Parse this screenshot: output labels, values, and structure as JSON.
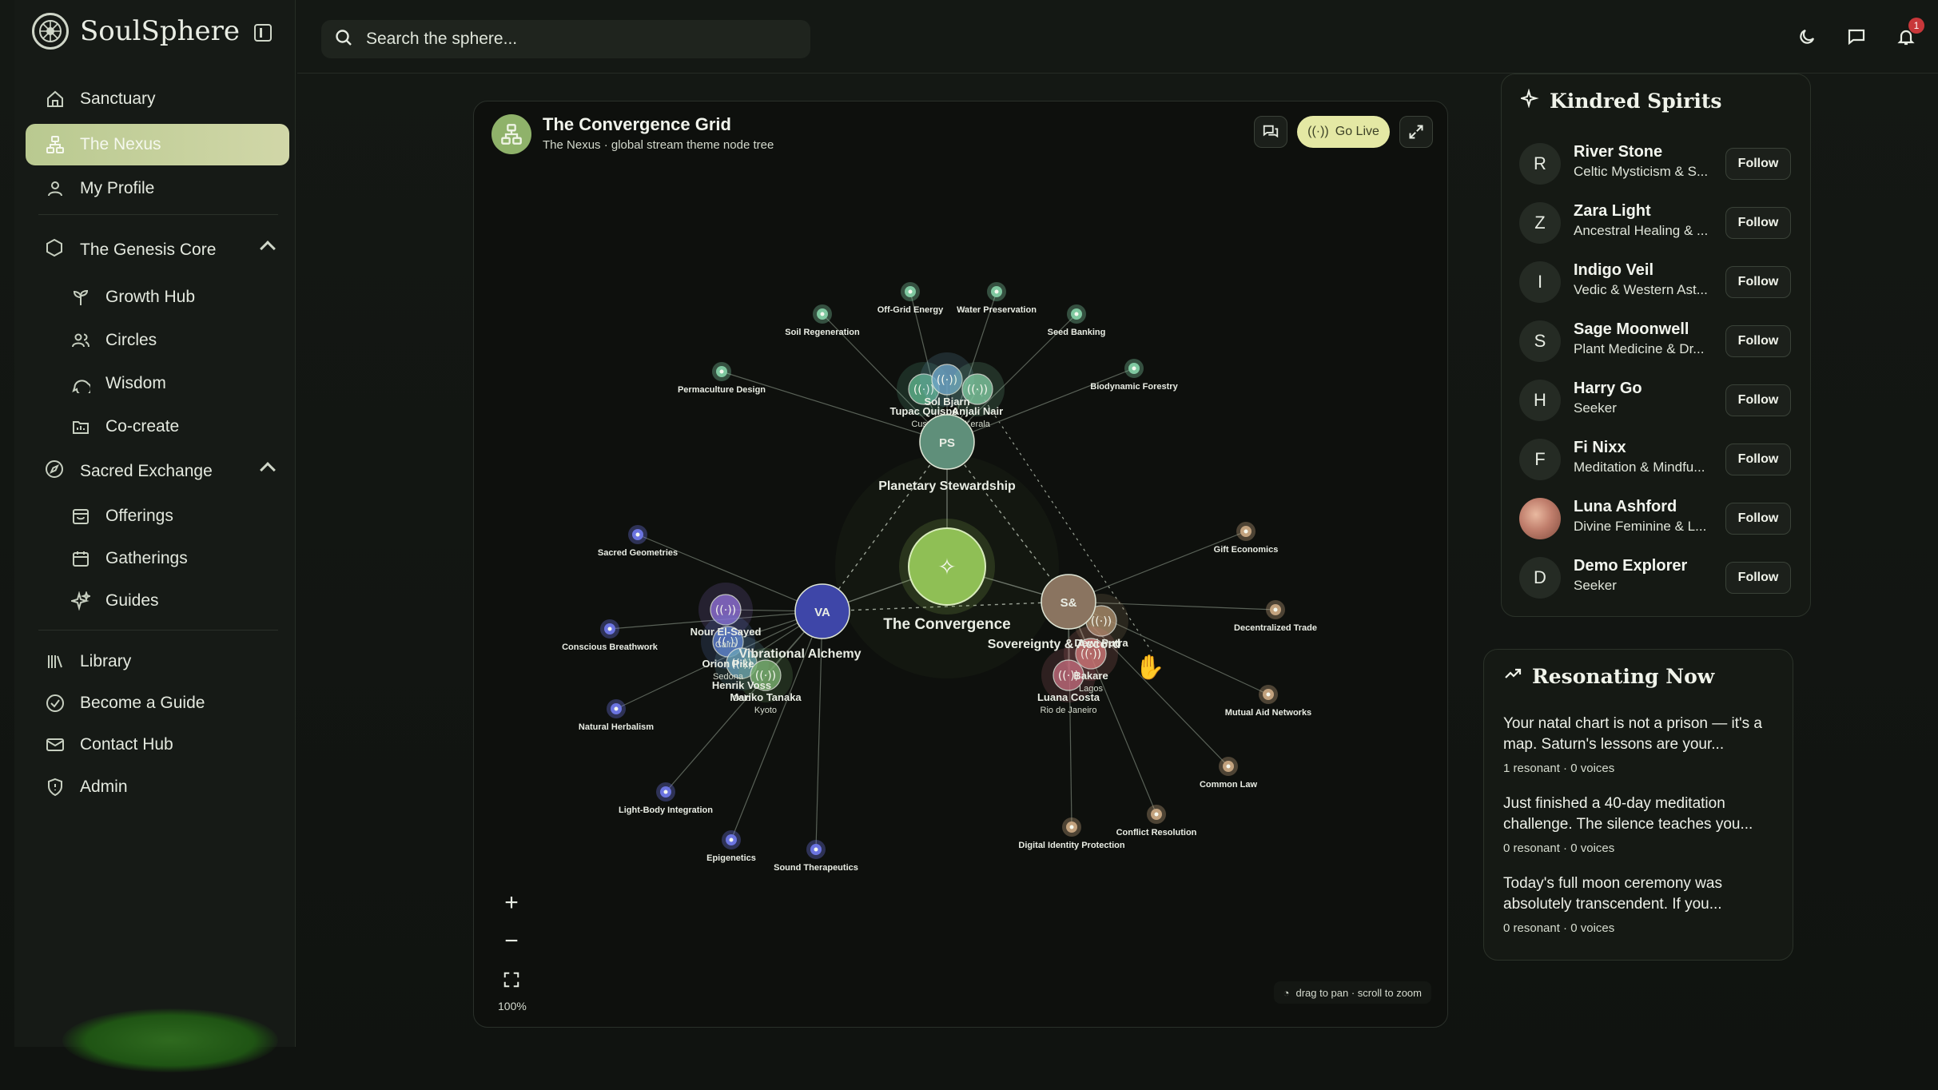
{
  "app": {
    "name": "SoulSphere"
  },
  "search": {
    "placeholder": "Search the sphere..."
  },
  "sidebar": {
    "sanctuary": "Sanctuary",
    "nexus": "The Nexus",
    "profile": "My Profile",
    "genesis": {
      "title": "The Genesis Core",
      "items": [
        "Growth Hub",
        "Circles",
        "Wisdom",
        "Co-create"
      ]
    },
    "exchange": {
      "title": "Sacred Exchange",
      "items": [
        "Offerings",
        "Gatherings",
        "Guides"
      ]
    },
    "library": "Library",
    "become_guide": "Become a Guide",
    "contact": "Contact Hub",
    "admin": "Admin"
  },
  "topbar": {
    "notification_count": "1"
  },
  "graph": {
    "title": "The Convergence Grid",
    "subtitle": "The Nexus · global stream theme node tree",
    "live_label": "Go Live",
    "zoom_level": "100%",
    "hint": "drag to pan · scroll to zoom",
    "center": {
      "label": "The Convergence"
    },
    "hubs": [
      {
        "abbr": "PS",
        "label": "Planetary Stewardship"
      },
      {
        "abbr": "VA",
        "label": "Vibrational Alchemy"
      },
      {
        "abbr": "S&",
        "label": "Sovereignty & Accord"
      }
    ],
    "themes": [
      "Off-Grid Energy",
      "Water Preservation",
      "Soil Regeneration",
      "Seed Banking",
      "Permaculture Design",
      "Biodynamic Forestry",
      "Sacred Geometries",
      "Conscious Breathwork",
      "Natural Herbalism",
      "Light-Body Integration",
      "Epigenetics",
      "Sound Therapeutics",
      "Gift Economics",
      "Decentralized Trade",
      "Mutual Aid Networks",
      "Common Law",
      "Conflict Resolution",
      "Digital Identity Protection"
    ],
    "members": [
      {
        "name": "Tupac Quispe",
        "place": "Cusco"
      },
      {
        "name": "Sol Bjarn",
        "place": ""
      },
      {
        "name": "Anjali Nair",
        "place": "Kerala"
      },
      {
        "name": "Nour El-Sayed",
        "place": "Cairo"
      },
      {
        "name": "Orion Pike",
        "place": "Sedona"
      },
      {
        "name": "Henrik Voss",
        "place": "Oslo"
      },
      {
        "name": "Mariko Tanaka",
        "place": "Kyoto"
      },
      {
        "name": "Dewi Putra",
        "place": ""
      },
      {
        "name": "Bakare",
        "place": "Lagos"
      },
      {
        "name": "Luana Costa",
        "place": "Rio de Janeiro"
      }
    ]
  },
  "kindred": {
    "title": "Kindred Spirits",
    "follow_label": "Follow",
    "people": [
      {
        "initial": "R",
        "name": "River Stone",
        "desc": "Celtic Mysticism & S..."
      },
      {
        "initial": "Z",
        "name": "Zara Light",
        "desc": "Ancestral Healing & ..."
      },
      {
        "initial": "I",
        "name": "Indigo Veil",
        "desc": "Vedic & Western Ast..."
      },
      {
        "initial": "S",
        "name": "Sage Moonwell",
        "desc": "Plant Medicine & Dr..."
      },
      {
        "initial": "H",
        "name": "Harry Go",
        "desc": "Seeker"
      },
      {
        "initial": "F",
        "name": "Fi Nixx",
        "desc": "Meditation & Mindfu..."
      },
      {
        "initial": "",
        "name": "Luna Ashford",
        "desc": "Divine Feminine & L..."
      },
      {
        "initial": "D",
        "name": "Demo Explorer",
        "desc": "Seeker"
      }
    ]
  },
  "resonating": {
    "title": "Resonating Now",
    "posts": [
      {
        "text": "Your natal chart is not a prison — it's a map. Saturn's lessons are your...",
        "resonant": "1 resonant",
        "voices": "0 voices"
      },
      {
        "text": "Just finished a 40-day meditation challenge. The silence teaches you...",
        "resonant": "0 resonant",
        "voices": "0 voices"
      },
      {
        "text": "Today's full moon ceremony was absolutely transcendent. If you...",
        "resonant": "0 resonant",
        "voices": "0 voices"
      }
    ]
  },
  "colors": {
    "accent": "#c4d09a",
    "center_node": "#8fbf55",
    "hub_ps": "#5f8f7a",
    "hub_va": "#3e46a8",
    "hub_sa": "#8a7460",
    "theme_green": "#7fc8a0",
    "theme_blue": "#6b74e0",
    "theme_tan": "#c2a27e"
  }
}
